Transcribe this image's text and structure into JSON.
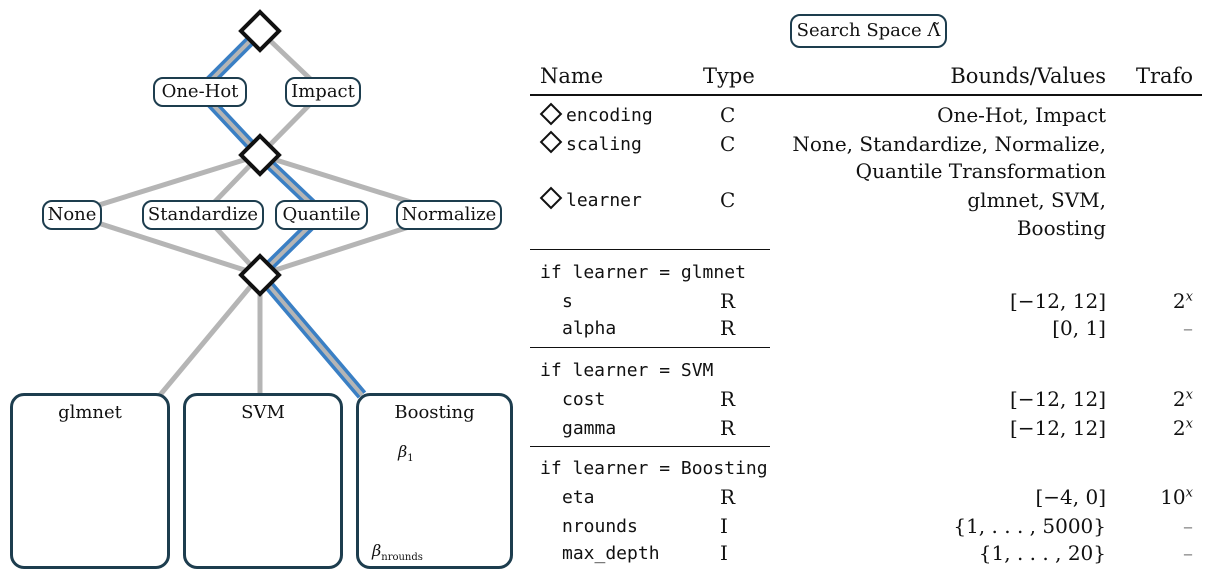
{
  "pipeline": {
    "encoding_options": [
      "One-Hot",
      "Impact"
    ],
    "scaling_options": [
      "None",
      "Standardize",
      "Quantile",
      "Normalize"
    ],
    "learners": {
      "glmnet": "glmnet",
      "svm": "SVM",
      "boosting": "Boosting",
      "beta_1": "β",
      "beta_1_sub": "1",
      "beta_n": "β",
      "beta_n_sub": "nrounds"
    },
    "colors": {
      "highlight": "#3a7fc4",
      "edge": "#b5b5b5",
      "node_border": "#1d3d4e",
      "red_points": "#c20000"
    }
  },
  "table": {
    "title": "Search Space Λ̃",
    "headers": {
      "name": "Name",
      "type": "Type",
      "bounds": "Bounds/Values",
      "trafo": "Trafo"
    },
    "top_params": [
      {
        "name": "encoding",
        "type": "C",
        "values": [
          "One-Hot, Impact"
        ]
      },
      {
        "name": "scaling",
        "type": "C",
        "values": [
          "None, Standardize, Normalize,",
          "Quantile Transformation"
        ]
      },
      {
        "name": "learner",
        "type": "C",
        "values": [
          "glmnet, SVM,",
          "Boosting"
        ]
      }
    ],
    "glmnet": {
      "condition": "if learner = glmnet",
      "rows": [
        {
          "name": "s",
          "type": "R",
          "bounds": "[−12, 12]",
          "trafo_base": "2",
          "trafo_exp": "x"
        },
        {
          "name": "alpha",
          "type": "R",
          "bounds": "[0, 1]",
          "trafo_base": "–",
          "trafo_exp": ""
        }
      ]
    },
    "svm": {
      "condition": "if learner = SVM",
      "rows": [
        {
          "name": "cost",
          "type": "R",
          "bounds": "[−12, 12]",
          "trafo_base": "2",
          "trafo_exp": "x"
        },
        {
          "name": "gamma",
          "type": "R",
          "bounds": "[−12, 12]",
          "trafo_base": "2",
          "trafo_exp": "x"
        }
      ]
    },
    "boosting": {
      "condition": "if learner = Boosting",
      "rows": [
        {
          "name": "eta",
          "type": "R",
          "bounds": "[−4, 0]",
          "trafo_base": "10",
          "trafo_exp": "x"
        },
        {
          "name": "nrounds",
          "type": "I",
          "bounds": "{1, . . . , 5000}",
          "trafo_base": "–",
          "trafo_exp": ""
        },
        {
          "name": "max_depth",
          "type": "I",
          "bounds": "{1, . . . , 20}",
          "trafo_base": "–",
          "trafo_exp": ""
        }
      ]
    }
  }
}
